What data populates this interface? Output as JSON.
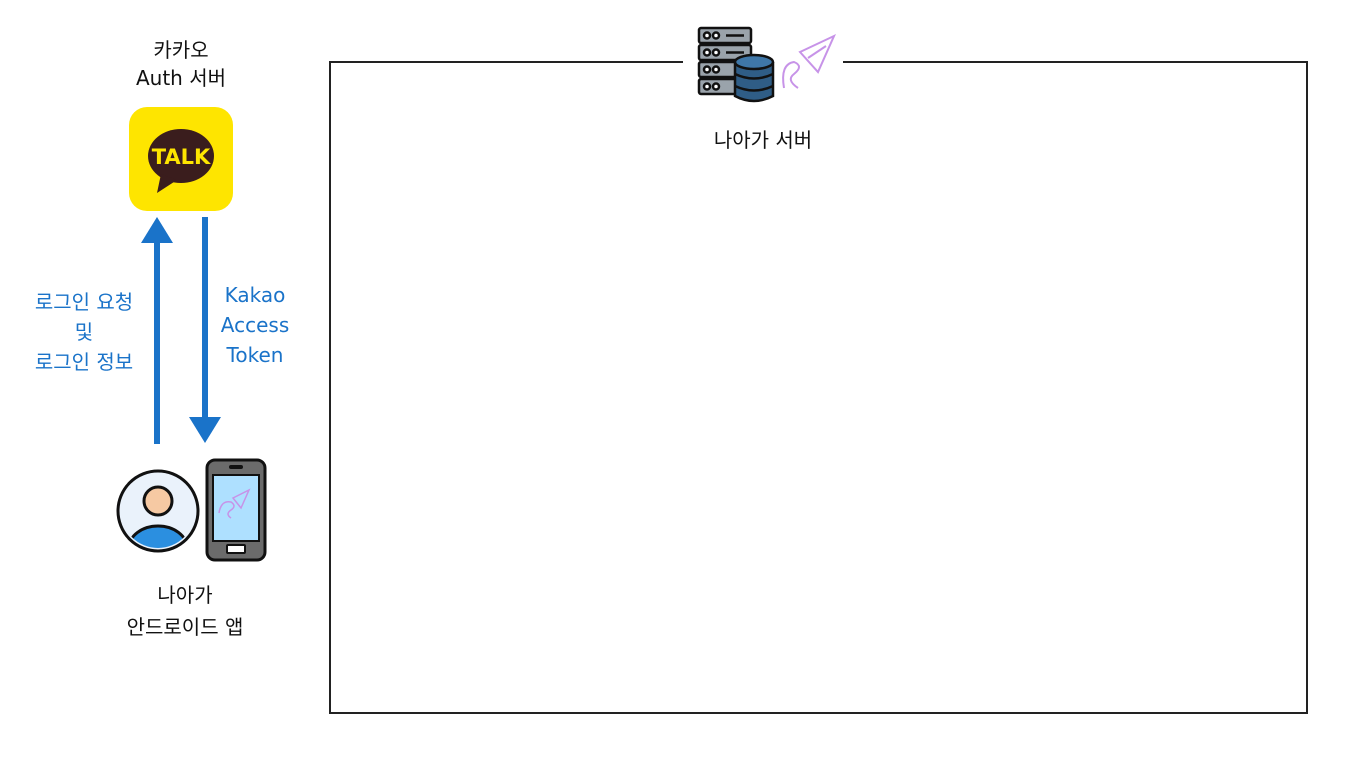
{
  "kakao_server": {
    "line1": "카카오",
    "line2": "Auth 서버",
    "logo_text": "TALK"
  },
  "request_label": {
    "line1": "로그인 요청",
    "line2": "및",
    "line3": "로그인 정보"
  },
  "token_label": {
    "line1": "Kakao",
    "line2": "Access",
    "line3": "Token"
  },
  "android_app": {
    "line1": "나아가",
    "line2": "안드로이드 앱"
  },
  "naaga_server": {
    "label": "나아가 서버"
  },
  "colors": {
    "kakao_yellow": "#FEE500",
    "arrow_blue": "#1a73c9",
    "frame": "#222222"
  }
}
